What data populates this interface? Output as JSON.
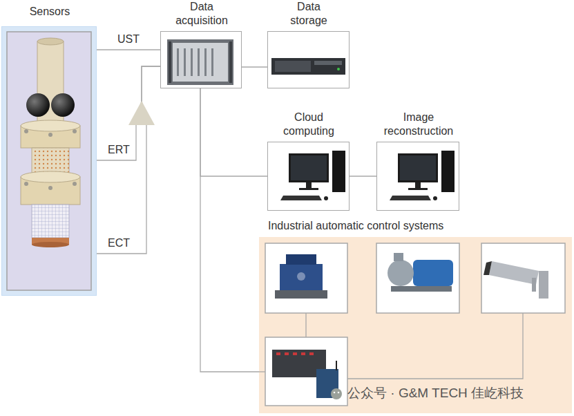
{
  "diagram": {
    "nodes": [
      {
        "text": [
          "Sensors"
        ]
      },
      {
        "text": [
          "Data acquisition"
        ]
      },
      {
        "text": [
          "Data storage"
        ]
      },
      {
        "text": [
          "Cloud computing"
        ]
      },
      {
        "text": [
          "Image reconstruction"
        ]
      },
      {
        "text": [
          "Industrial automatic control systems"
        ]
      }
    ],
    "edges": [
      {
        "from": 0,
        "to": 1,
        "label": "UST",
        "arrow": "none"
      },
      {
        "from": 0,
        "to": 1,
        "label": "ERT",
        "arrow": "none"
      },
      {
        "from": 0,
        "to": 1,
        "label": "ECT",
        "arrow": "none"
      },
      {
        "from": 1,
        "to": 2,
        "arrow": "none"
      },
      {
        "from": 1,
        "to": 3,
        "arrow": "none"
      },
      {
        "from": 3,
        "to": 4,
        "arrow": "none"
      },
      {
        "from": 1,
        "to": 5,
        "arrow": "none"
      }
    ],
    "labels": [
      "公众号 · G&M TECH 佳屹科技"
    ]
  }
}
